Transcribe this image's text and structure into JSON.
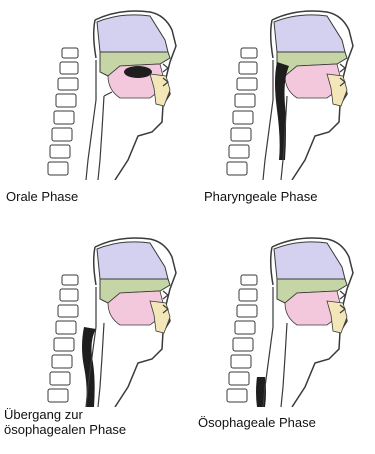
{
  "panels": [
    {
      "caption": [
        "Orale Phase"
      ]
    },
    {
      "caption": [
        "Pharyngeale Phase"
      ]
    },
    {
      "caption": [
        "Übergang zur",
        "ösophagealen Phase"
      ]
    },
    {
      "caption": [
        "Ösophageale Phase"
      ]
    }
  ],
  "colors": {
    "nasal_cavity": "#d3d1ef",
    "palate_tissue": "#c5d5a5",
    "oral_cavity": "#f4c8dc",
    "tongue_front": "#f3e7b9",
    "bolus": "#1e1e1e",
    "outline": "#3a3a3a"
  }
}
